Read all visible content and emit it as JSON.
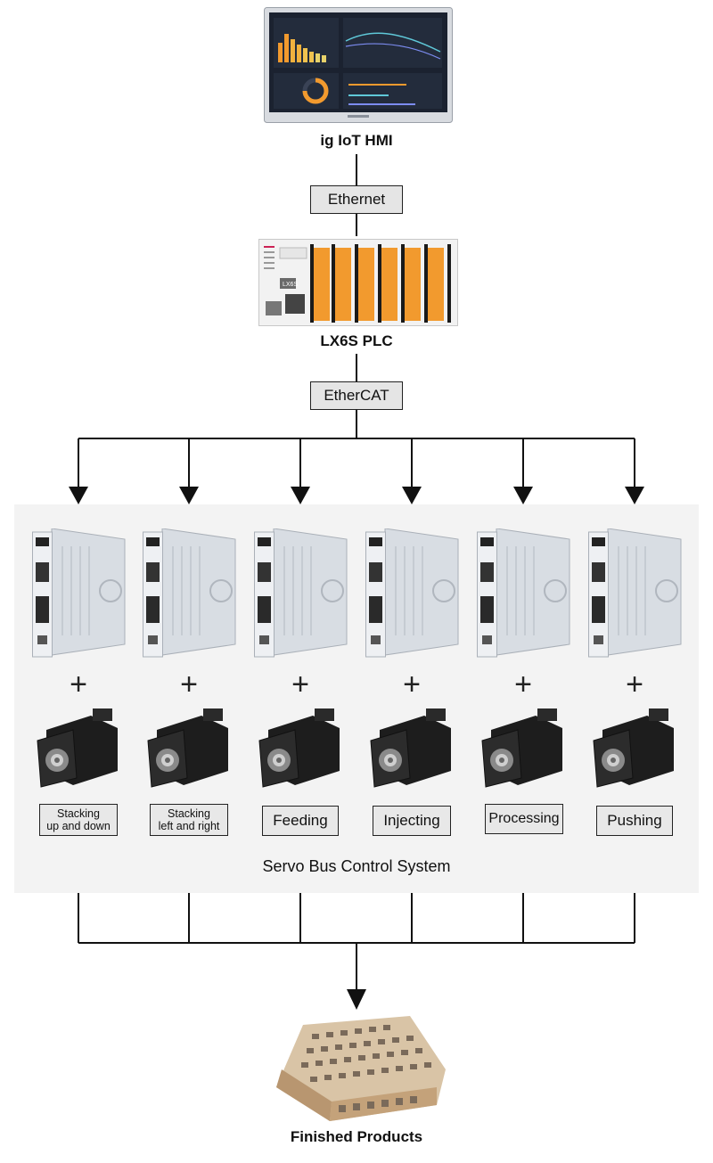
{
  "devices": {
    "hmi_label": "ig IoT HMI",
    "plc_label": "LX6S PLC",
    "plc_tag": "LX6S"
  },
  "links": {
    "upper": "Ethernet",
    "lower": "EtherCAT"
  },
  "servo_system": {
    "title": "Servo Bus Control System",
    "plus_symbol": "+",
    "functions": [
      {
        "label": "Stacking\nup and down"
      },
      {
        "label": "Stacking\nleft and right"
      },
      {
        "label": "Feeding"
      },
      {
        "label": "Injecting"
      },
      {
        "label": "Processing"
      },
      {
        "label": "Pushing"
      }
    ]
  },
  "output": {
    "label": "Finished Products"
  },
  "colors": {
    "line": "#111111",
    "tag_fill": "#e5e5e5",
    "panel_fill": "#f3f3f3",
    "hmi_screen": "#1b2230",
    "accent_orange": "#f29a2e"
  }
}
